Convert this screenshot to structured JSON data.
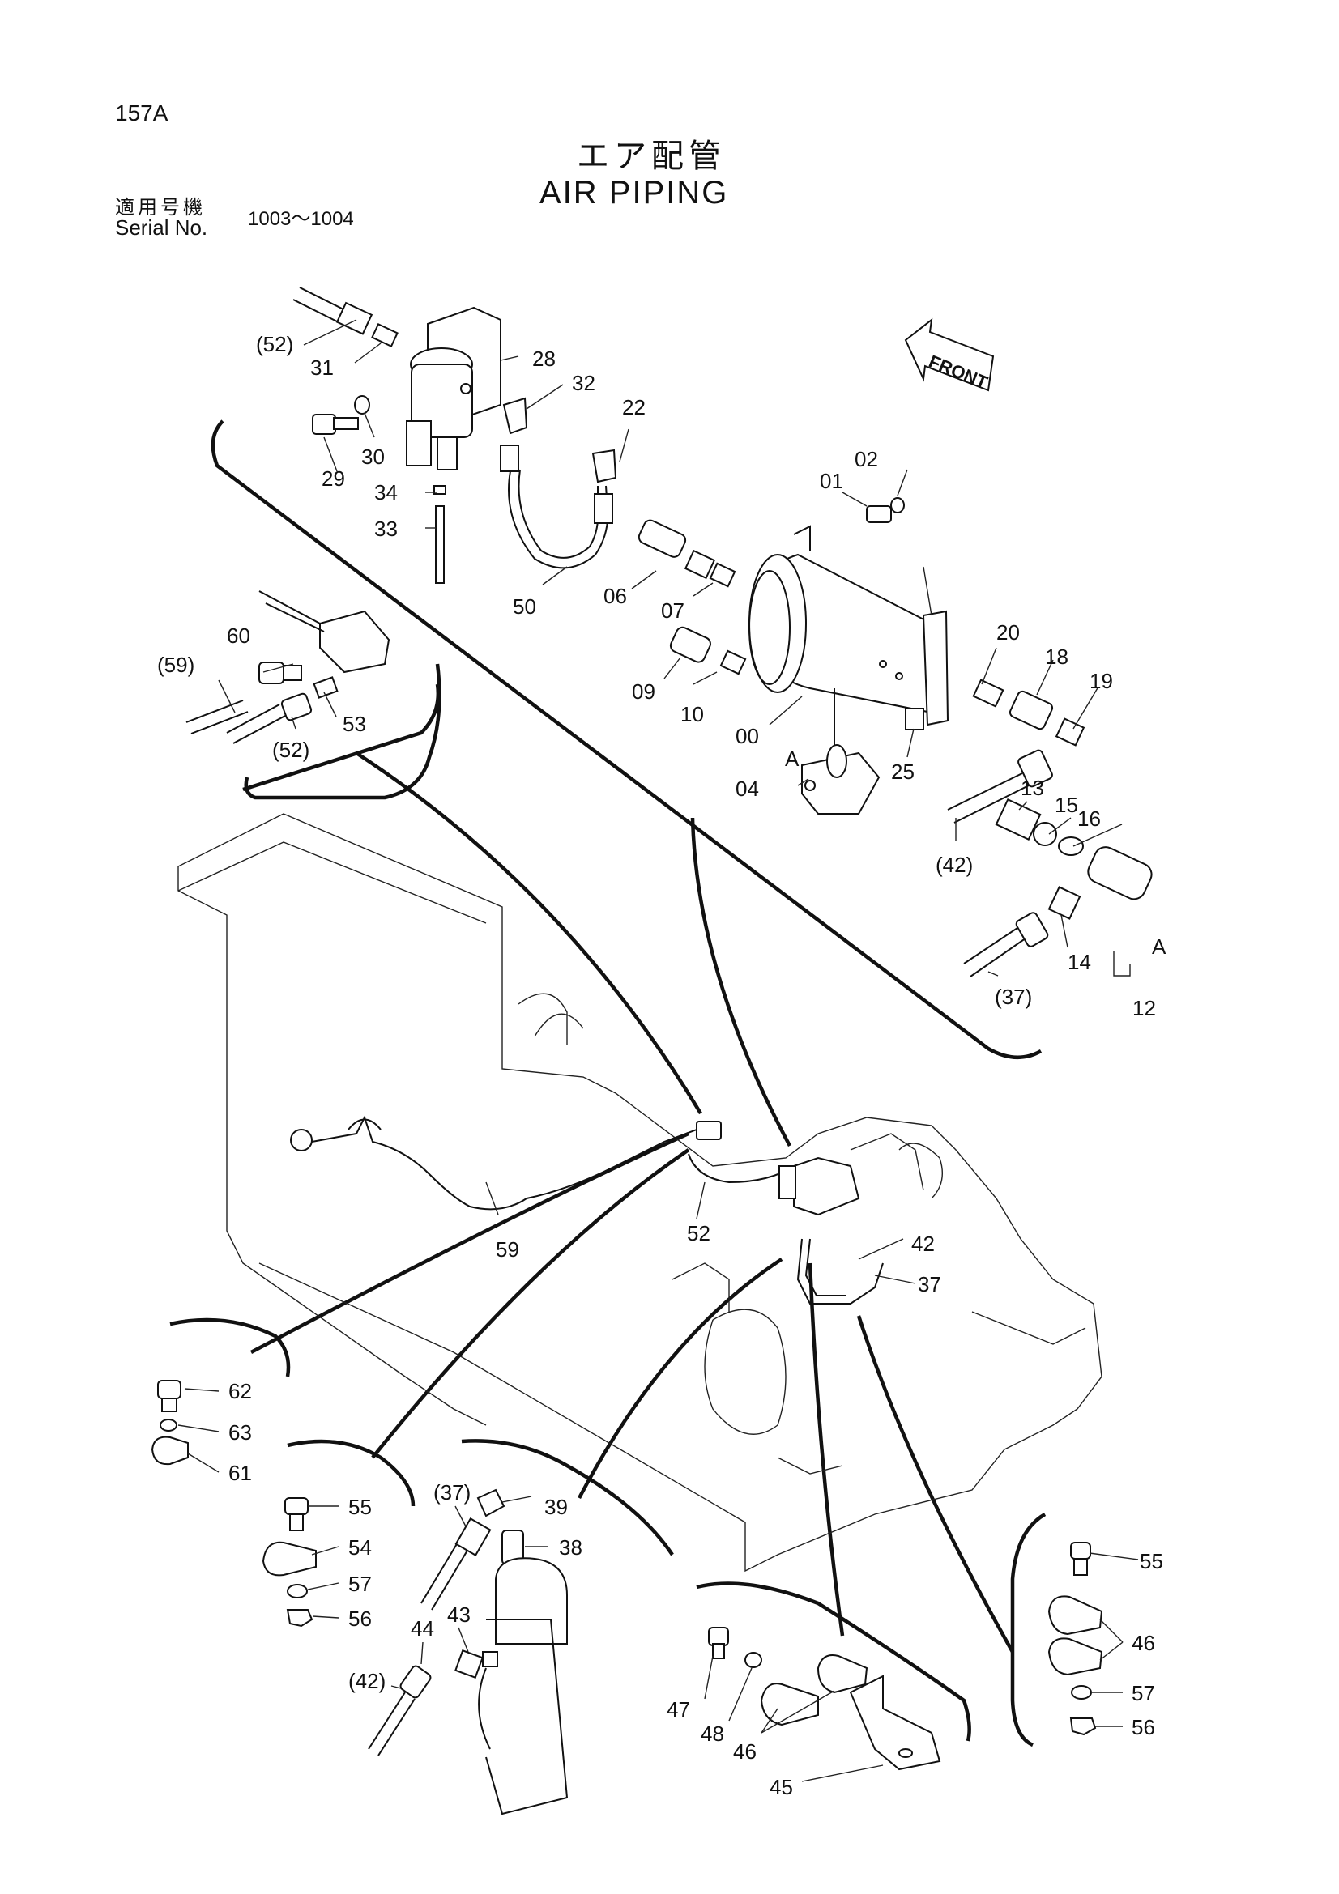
{
  "header": {
    "page_code": "157A",
    "title_jp": "エア配管",
    "title_en": "AIR PIPING",
    "serial_jp": "適用号機",
    "serial_en": "Serial No.",
    "serial_range": "1003～1004"
  },
  "direction_label": "FRONT",
  "callouts": [
    "(52)",
    "31",
    "28",
    "32",
    "22",
    "29",
    "30",
    "34",
    "33",
    "50",
    "01",
    "02",
    "06",
    "07",
    "09",
    "10",
    "00",
    "04",
    "A",
    "25",
    "20",
    "18",
    "19",
    "13",
    "15",
    "16",
    "(42)",
    "14",
    "(37)",
    "A",
    "12",
    "60",
    "(59)",
    "53",
    "(52)",
    "59",
    "52",
    "42",
    "37",
    "62",
    "63",
    "61",
    "55",
    "54",
    "57",
    "56",
    "(37)",
    "39",
    "38",
    "44",
    "43",
    "(42)",
    "47",
    "48",
    "46",
    "45",
    "55",
    "46",
    "57",
    "56"
  ]
}
